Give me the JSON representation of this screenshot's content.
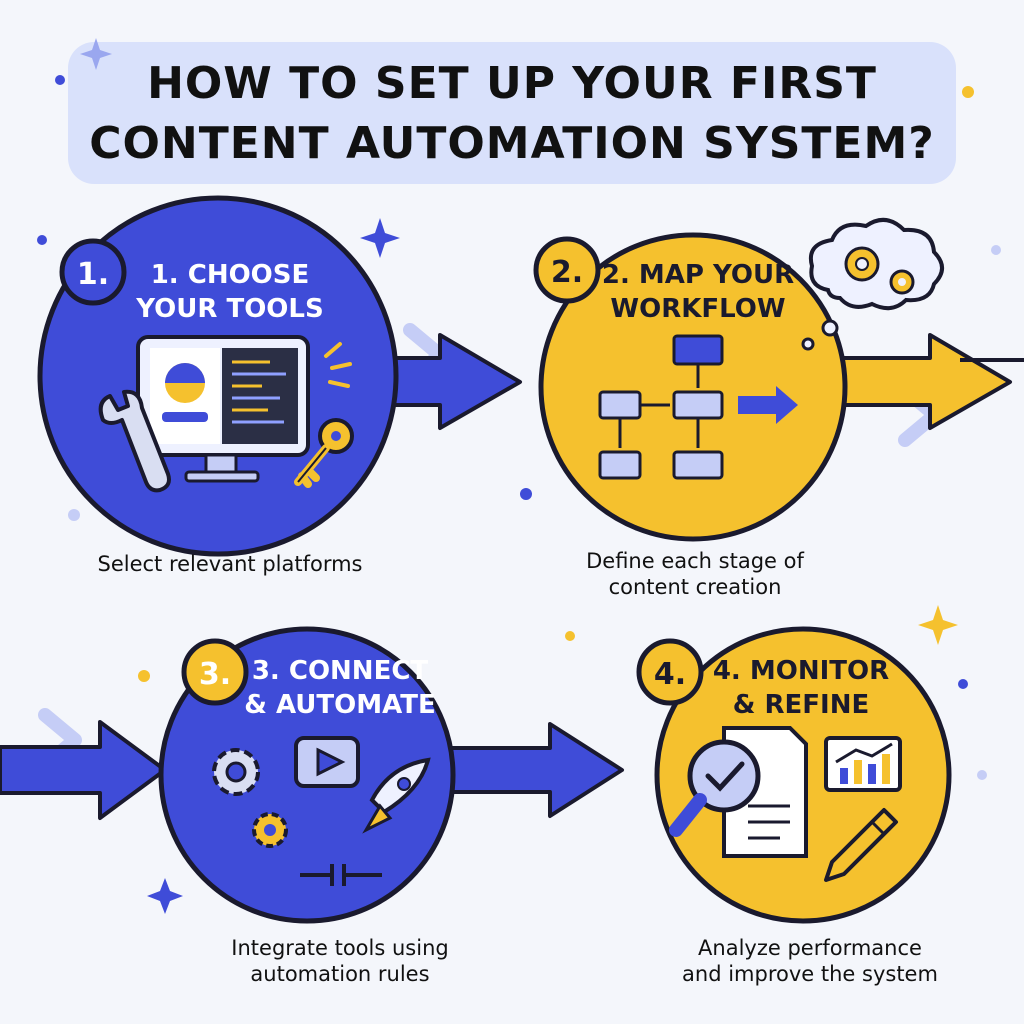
{
  "title": {
    "line1": "HOW TO SET UP YOUR FIRST",
    "line2": "CONTENT AUTOMATION SYSTEM?"
  },
  "colors": {
    "blue": "#3f4cd8",
    "yellow": "#f5c12e",
    "outline": "#1a1a2e",
    "background": "#f4f6fb",
    "title_band": "#d9e1fb"
  },
  "steps": [
    {
      "badge": "1.",
      "heading_line1": "1. CHOOSE",
      "heading_line2": "YOUR TOOLS",
      "caption_line1": "Select relevant platforms",
      "caption_line2": "",
      "icons": [
        "monitor-icon",
        "wrench-icon",
        "key-icon"
      ]
    },
    {
      "badge": "2.",
      "heading_line1": "2. MAP YOUR",
      "heading_line2": "WORKFLOW",
      "caption_line1": "Define each stage of",
      "caption_line2": "content creation",
      "icons": [
        "flowchart-icon",
        "thought-cloud-gears-icon"
      ]
    },
    {
      "badge": "3.",
      "heading_line1": "3. CONNECT",
      "heading_line2": "& AUTOMATE",
      "caption_line1": "Integrate tools using",
      "caption_line2": "automation rules",
      "icons": [
        "gear-icon",
        "video-play-icon",
        "rocket-icon",
        "connector-icon"
      ]
    },
    {
      "badge": "4.",
      "heading_line1": "4. MONITOR",
      "heading_line2": "& REFINE",
      "caption_line1": "Analyze performance",
      "caption_line2": "and improve the system",
      "icons": [
        "document-magnifier-icon",
        "bar-chart-icon",
        "pencil-icon"
      ]
    }
  ]
}
